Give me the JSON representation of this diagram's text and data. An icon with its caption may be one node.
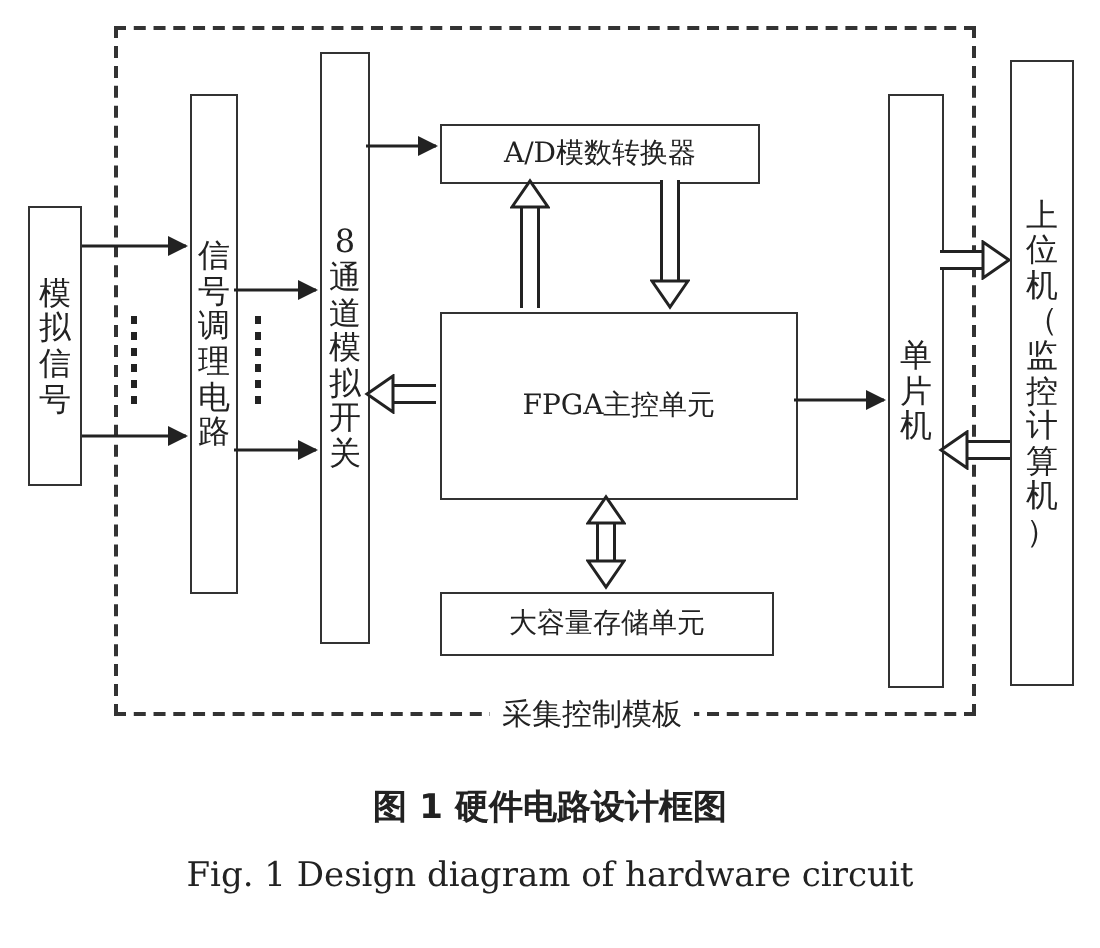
{
  "diagram": {
    "title": "图 1 硬件电路设计框图",
    "caption": "Fig. 1 Design diagram of hardware circuit",
    "nodes": [
      {
        "text": [
          "采集控制模板"
        ]
      },
      {
        "text": [
          "模拟信号"
        ]
      },
      {
        "text": [
          "信号调理电路"
        ],
        "in": 0
      },
      {
        "text": [
          "8通道模拟开关"
        ],
        "in": 0
      },
      {
        "text": [
          "A/D模数转换器"
        ],
        "in": 0
      },
      {
        "text": [
          "FPGA主控单元"
        ],
        "in": 0
      },
      {
        "text": [
          "大容量存储单元"
        ],
        "in": 0
      },
      {
        "text": [
          "单片机"
        ],
        "in": 0
      },
      {
        "text": [
          "上位机（监控计算机）"
        ]
      }
    ],
    "edges": [
      {
        "from": 1,
        "to": 2,
        "arrow": "to"
      },
      {
        "from": 1,
        "to": 2,
        "arrow": "to"
      },
      {
        "from": 2,
        "to": 3,
        "arrow": "to"
      },
      {
        "from": 2,
        "to": 3,
        "arrow": "to"
      },
      {
        "from": 3,
        "to": 4,
        "arrow": "to"
      },
      {
        "from": 5,
        "to": 4,
        "arrow": "to",
        "style": "thick"
      },
      {
        "from": 4,
        "to": 5,
        "arrow": "to",
        "style": "thick"
      },
      {
        "from": 5,
        "to": 3,
        "arrow": "to",
        "style": "thick"
      },
      {
        "from": 5,
        "to": 6,
        "arrow": "both",
        "style": "thick"
      },
      {
        "from": 5,
        "to": 7,
        "arrow": "to"
      },
      {
        "from": 7,
        "to": 8,
        "arrow": "to",
        "style": "thick"
      },
      {
        "from": 8,
        "to": 7,
        "arrow": "to",
        "style": "thick"
      }
    ]
  }
}
